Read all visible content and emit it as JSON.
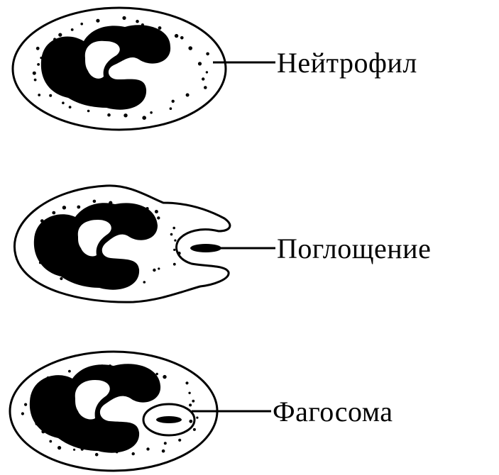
{
  "diagram": {
    "stages": [
      {
        "id": "neutrophil",
        "label": "Нейтрофил"
      },
      {
        "id": "engulfment",
        "label": "Поглощение"
      },
      {
        "id": "phagosome",
        "label": "Фагосома"
      }
    ],
    "colors": {
      "ink": "#000000",
      "background": "#ffffff"
    }
  }
}
